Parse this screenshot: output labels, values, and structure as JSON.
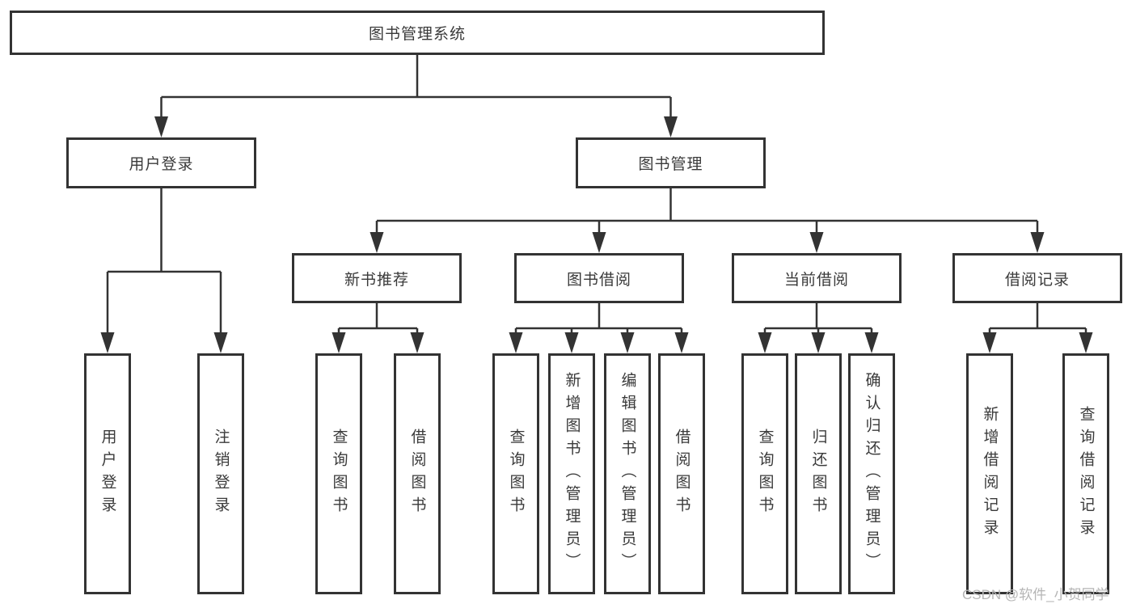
{
  "tree": {
    "root": {
      "label": "图书管理系统"
    },
    "branches": [
      {
        "label": "用户登录",
        "children": [
          {
            "label": "用户登录"
          },
          {
            "label": "注销登录"
          }
        ]
      },
      {
        "label": "图书管理",
        "sections": [
          {
            "label": "新书推荐",
            "children": [
              {
                "label": "查询图书"
              },
              {
                "label": "借阅图书"
              }
            ]
          },
          {
            "label": "图书借阅",
            "children": [
              {
                "label": "查询图书"
              },
              {
                "label": "新增图书（管理员）"
              },
              {
                "label": "编辑图书（管理员）"
              },
              {
                "label": "借阅图书"
              }
            ]
          },
          {
            "label": "当前借阅",
            "children": [
              {
                "label": "查询图书"
              },
              {
                "label": "归还图书"
              },
              {
                "label": "确认归还（管理员）"
              }
            ]
          },
          {
            "label": "借阅记录",
            "children": [
              {
                "label": "新增借阅记录"
              },
              {
                "label": "查询借阅记录"
              }
            ]
          }
        ]
      }
    ]
  },
  "watermark": {
    "text": "CSDN @软件_小贺同学"
  },
  "colors": {
    "line": "#333333",
    "text": "#3a3a3a",
    "watermark": "#b5b5b5",
    "background": "#ffffff"
  }
}
